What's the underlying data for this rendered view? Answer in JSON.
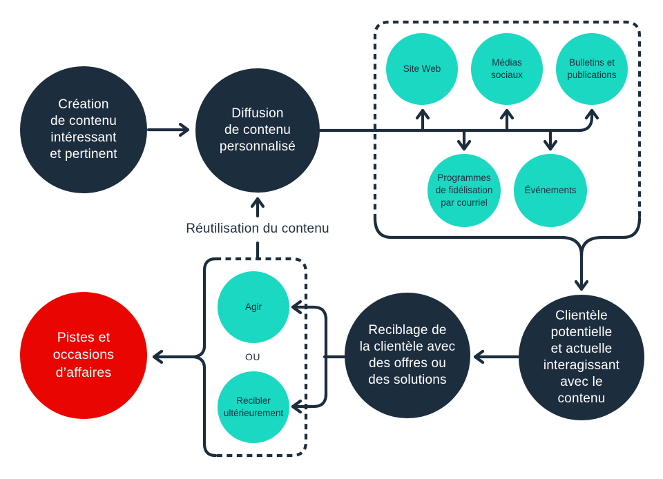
{
  "palette": {
    "navy": "#1c2d3e",
    "teal": "#1ad8c2",
    "red": "#ea0600",
    "background": "#ffffff"
  },
  "nodes": {
    "creation": "Création\nde contenu\nintéressant\net pertinent",
    "diffusion": "Diffusion\nde contenu\npersonnalisé",
    "site_web": "Site Web",
    "medias_sociaux": "Médias\nsociaux",
    "bulletins": "Bulletins et\npublications",
    "programmes": "Programmes\nde fidélisation\npar courriel",
    "evenements": "Événements",
    "clientele": "Clientèle\npotentielle\net actuelle\ninteragissant\navec le\ncontenu",
    "reciblage": "Reciblage de\nla clientèle avec\ndes offres ou\ndes solutions",
    "agir": "Agir",
    "recibler": "Recibler\nultérieurement",
    "pistes": "Pistes et\noccasions\nd’affaires"
  },
  "labels": {
    "reutilisation": "Réutilisation du contenu",
    "ou": "OU"
  }
}
